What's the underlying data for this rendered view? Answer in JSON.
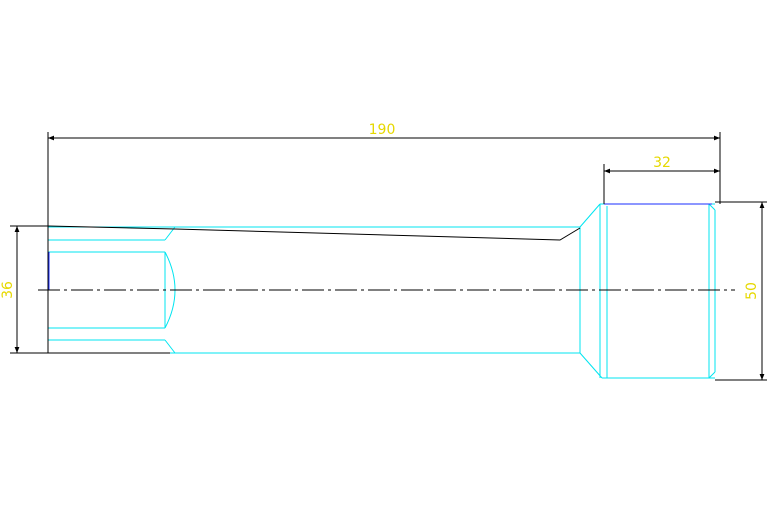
{
  "drawing": {
    "colors": {
      "outline": "#00e5f0",
      "dimension": "#000000",
      "dimension_text": "#e6d800",
      "centerline": "#000000",
      "taper": "#000000",
      "accent_edge": "#1a2cff"
    },
    "dimensions": {
      "overall_length": "190",
      "head_length": "32",
      "shank_diameter": "36",
      "head_diameter": "50"
    }
  }
}
